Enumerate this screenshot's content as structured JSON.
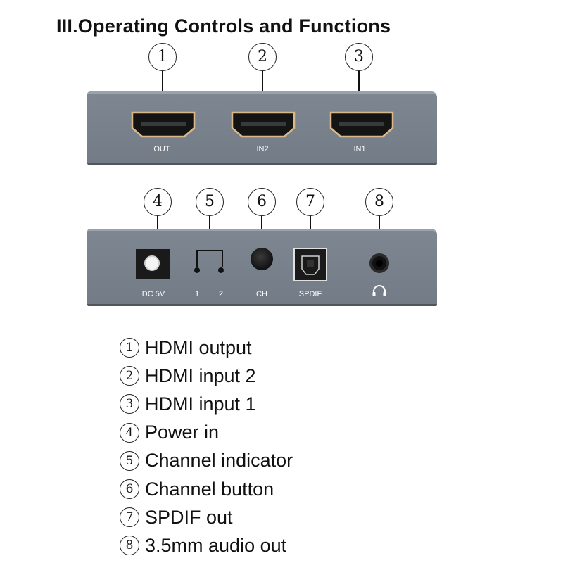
{
  "heading": "III.Operating Controls and Functions",
  "callouts": {
    "c1": "1",
    "c2": "2",
    "c3": "3",
    "c4": "4",
    "c5": "5",
    "c6": "6",
    "c7": "7",
    "c8": "8"
  },
  "front_panel": {
    "out_label": "OUT",
    "in2_label": "IN2",
    "in1_label": "IN1"
  },
  "back_panel": {
    "dc_label": "DC 5V",
    "led1_label": "1",
    "led2_label": "2",
    "ch_label": "CH",
    "spdif_label": "SPDIF",
    "headphone_icon": "headphone-icon"
  },
  "legend": [
    {
      "num": "1",
      "text": "HDMI output"
    },
    {
      "num": "2",
      "text": "HDMI input 2"
    },
    {
      "num": "3",
      "text": "HDMI input 1"
    },
    {
      "num": "4",
      "text": "Power in"
    },
    {
      "num": "5",
      "text": "Channel indicator"
    },
    {
      "num": "6",
      "text": "Channel button"
    },
    {
      "num": "7",
      "text": "SPDIF out"
    },
    {
      "num": "8",
      "text": "3.5mm audio out"
    }
  ],
  "colors": {
    "panel": "#787f89",
    "port": "#111111",
    "text": "#111111"
  }
}
